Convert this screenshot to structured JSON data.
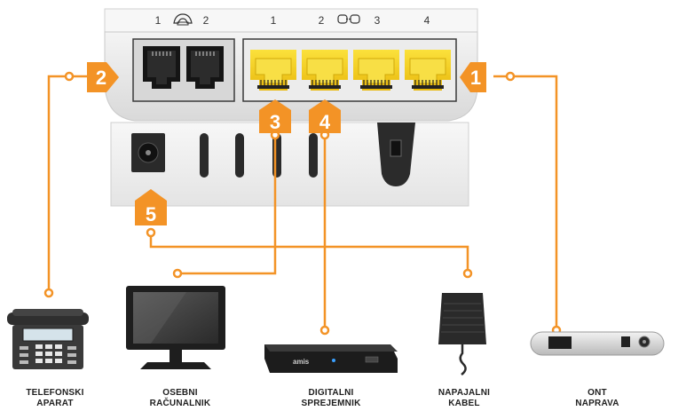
{
  "top_labels": {
    "phone_port_1": "1",
    "phone_port_2": "2",
    "lan_port_1": "1",
    "lan_port_2": "2",
    "lan_port_3": "3",
    "lan_port_4": "4"
  },
  "badges": {
    "badge_1": "1",
    "badge_2": "2",
    "badge_3": "3",
    "badge_4": "4",
    "badge_5": "5"
  },
  "receiver_brand": "amis",
  "devices": {
    "phone": {
      "line1": "TELEFONSKI",
      "line2": "APARAT"
    },
    "computer": {
      "line1": "OSEBNI",
      "line2": "RAČUNALNIK"
    },
    "receiver": {
      "line1": "DIGITALNI",
      "line2": "SPREJEMNIK"
    },
    "power": {
      "line1": "NAPAJALNI",
      "line2": "KABEL"
    },
    "ont": {
      "line1": "ONT",
      "line2": "NAPRAVA"
    }
  },
  "colors": {
    "accent_orange": "#f39326",
    "port_yellow": "#f6d21c",
    "panel_grey": "#e7e7e7",
    "dark": "#2b2b2b"
  }
}
